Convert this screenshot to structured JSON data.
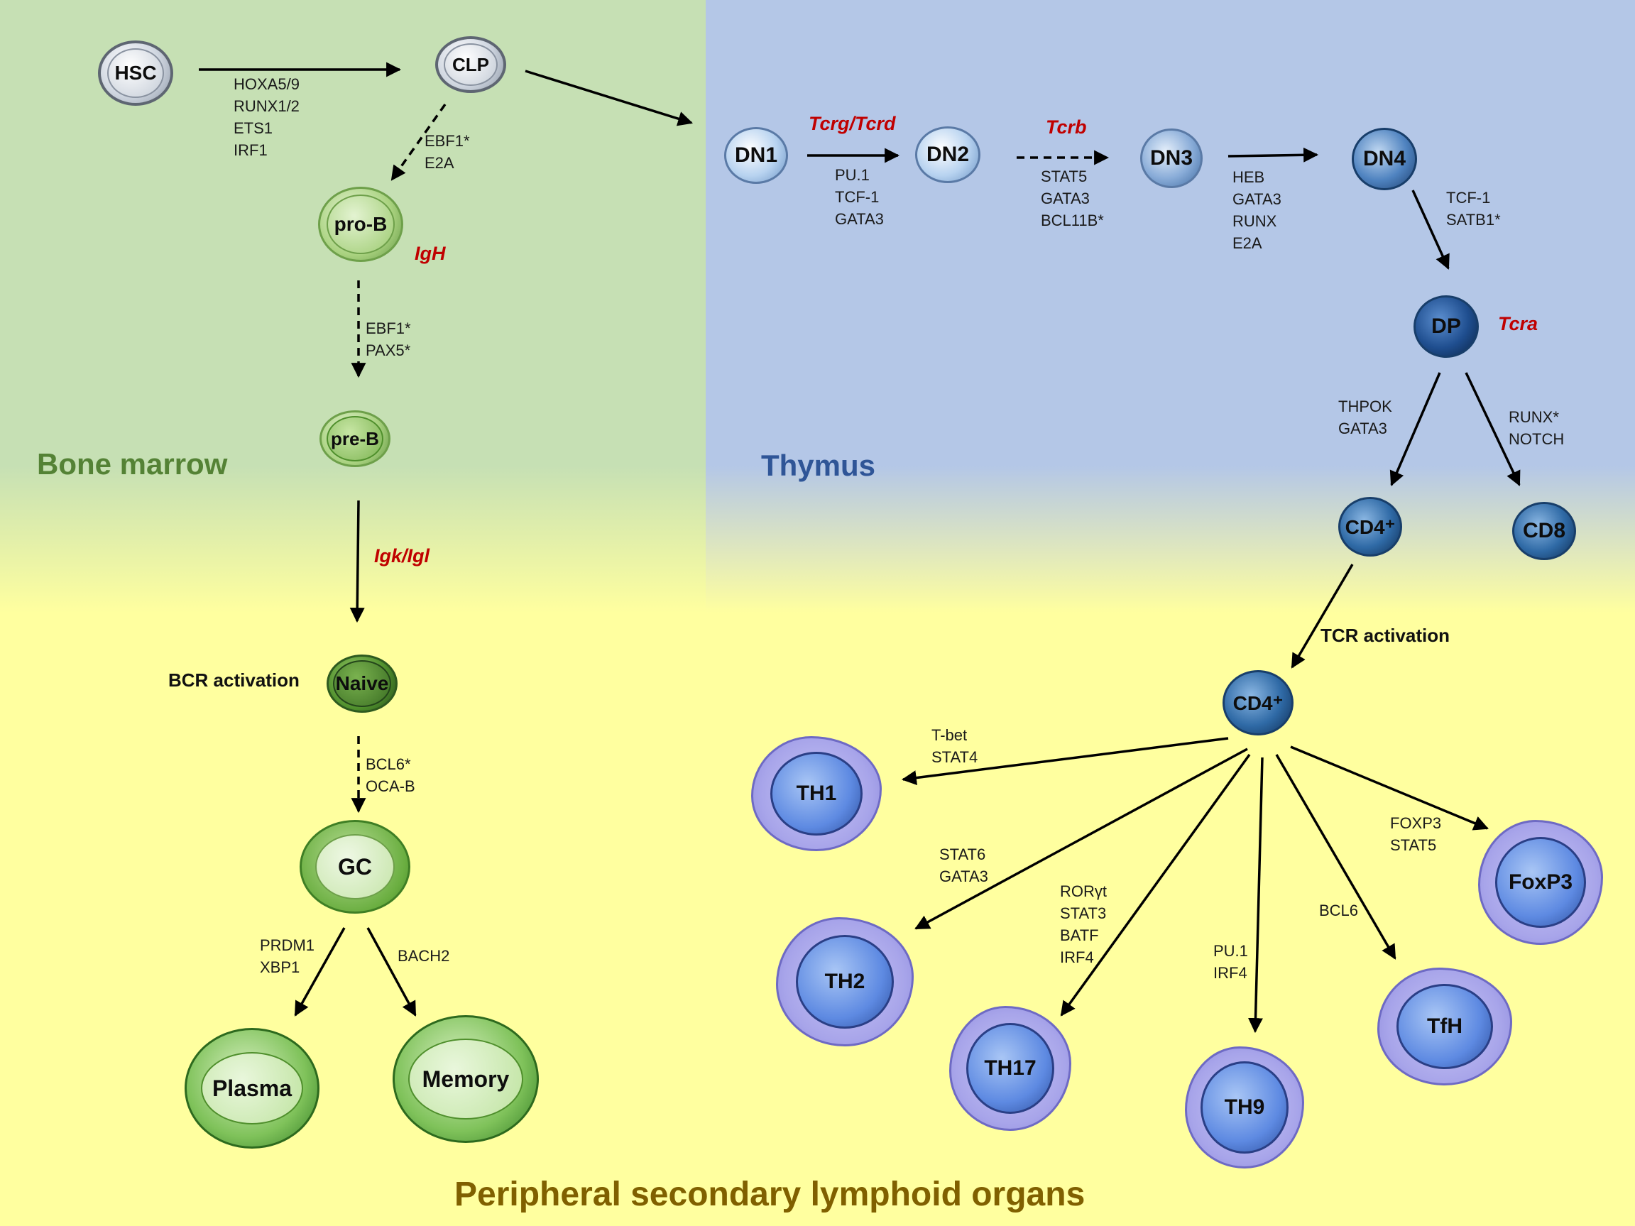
{
  "regions": {
    "bone_marrow": "Bone marrow",
    "thymus": "Thymus",
    "peripheral": "Peripheral secondary lymphoid organs"
  },
  "colors": {
    "bone_marrow_bg": "#c6e0b4",
    "thymus_bg": "#b4c7e7",
    "peripheral_bg": "#ffff9f",
    "bone_marrow_text": "#548235",
    "thymus_text": "#2f5597",
    "peripheral_text": "#806000",
    "gene_text": "#c00000"
  },
  "cells": {
    "hsc": "HSC",
    "clp": "CLP",
    "pro_b": "pro-B",
    "pre_b": "pre-B",
    "naive": "Naive",
    "gc": "GC",
    "plasma": "Plasma",
    "memory": "Memory",
    "dn1": "DN1",
    "dn2": "DN2",
    "dn3": "DN3",
    "dn4": "DN4",
    "dp": "DP",
    "cd4_thymus": "CD4⁺",
    "cd8": "CD8",
    "cd4_peripheral": "CD4⁺",
    "th1": "TH1",
    "th2": "TH2",
    "th17": "TH17",
    "th9": "TH9",
    "tfh": "TfH",
    "foxp3": "FoxP3"
  },
  "factors": {
    "hsc_clp": [
      "HOXA5/9",
      "RUNX1/2",
      "ETS1",
      "IRF1"
    ],
    "clp_prob": [
      "EBF1*",
      "E2A"
    ],
    "prob_preb": [
      "EBF1*",
      "PAX5*"
    ],
    "naive_gc": [
      "BCL6*",
      "OCA-B"
    ],
    "gc_plasma": [
      "PRDM1",
      "XBP1"
    ],
    "gc_memory": [
      "BACH2"
    ],
    "dn1_dn2": [
      "PU.1",
      "TCF-1",
      "GATA3"
    ],
    "dn2_dn3": [
      "STAT5",
      "GATA3",
      "BCL11B*"
    ],
    "dn3_dn4": [
      "HEB",
      "GATA3",
      "RUNX",
      "E2A"
    ],
    "dn4_dp": [
      "TCF-1",
      "SATB1*"
    ],
    "dp_cd4": [
      "THPOK",
      "GATA3"
    ],
    "dp_cd8": [
      "RUNX*",
      "NOTCH"
    ],
    "cd4_th1": [
      "T-bet",
      "STAT4"
    ],
    "cd4_th2": [
      "STAT6",
      "GATA3"
    ],
    "cd4_th17": [
      "RORγt",
      "STAT3",
      "BATF",
      "IRF4"
    ],
    "cd4_th9": [
      "PU.1",
      "IRF4"
    ],
    "cd4_tfh": [
      "BCL6"
    ],
    "cd4_foxp3": [
      "FOXP3",
      "STAT5"
    ]
  },
  "genes": {
    "igh": "IgH",
    "igk_igl": "Igk/Igl",
    "tcrg_tcrd": "Tcrg/Tcrd",
    "tcrb": "Tcrb",
    "tcra": "Tcra"
  },
  "activations": {
    "bcr": "BCR activation",
    "tcr": "TCR activation"
  }
}
